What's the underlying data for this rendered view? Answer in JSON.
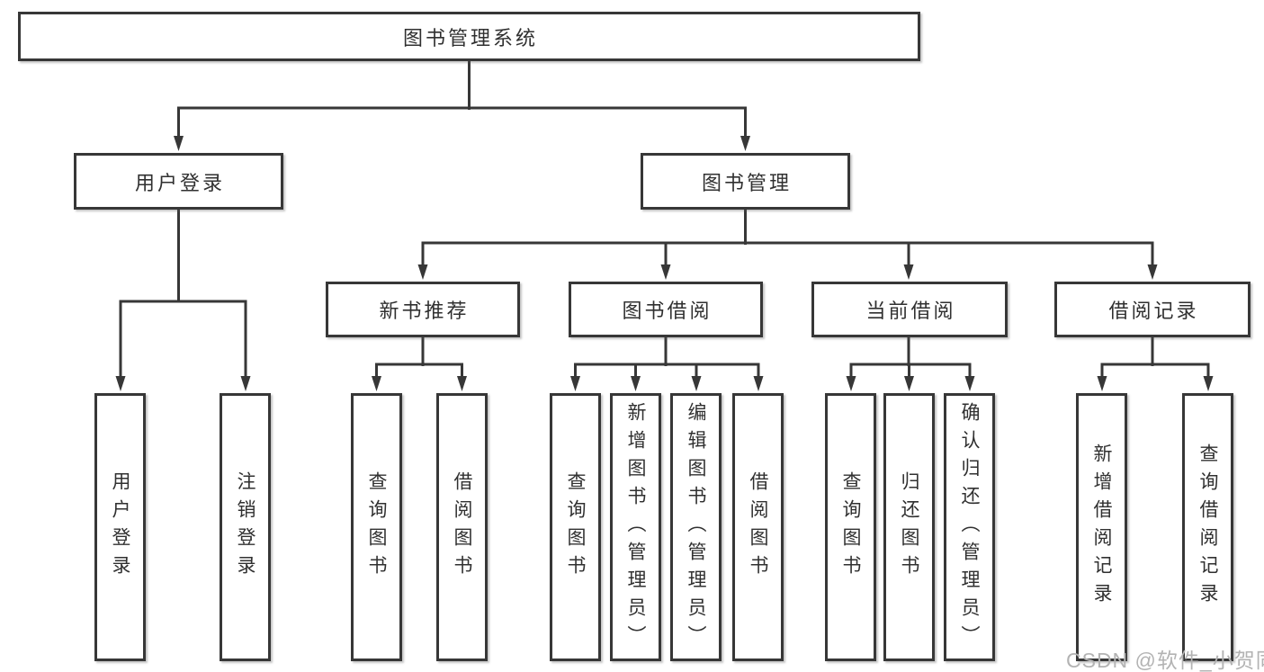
{
  "diagram": {
    "tree": {
      "label": "图书管理系统",
      "children": [
        {
          "label": "用户登录",
          "children": [
            {
              "label": "用户登录"
            },
            {
              "label": "注销登录"
            }
          ]
        },
        {
          "label": "图书管理",
          "children": [
            {
              "label": "新书推荐",
              "children": [
                {
                  "label": "查询图书"
                },
                {
                  "label": "借阅图书"
                }
              ]
            },
            {
              "label": "图书借阅",
              "children": [
                {
                  "label": "查询图书"
                },
                {
                  "label": "新增图书（管理员）"
                },
                {
                  "label": "编辑图书（管理员）"
                },
                {
                  "label": "借阅图书"
                }
              ]
            },
            {
              "label": "当前借阅",
              "children": [
                {
                  "label": "查询图书"
                },
                {
                  "label": "归还图书"
                },
                {
                  "label": "确认归还（管理员）"
                }
              ]
            },
            {
              "label": "借阅记录",
              "children": [
                {
                  "label": "新增借阅记录"
                },
                {
                  "label": "查询借阅记录"
                }
              ]
            }
          ]
        }
      ]
    }
  },
  "watermark": {
    "text": "CSDN @软件_小贺同学"
  },
  "colors": {
    "line": "#373737",
    "text": "#303030",
    "background": "#ffffff",
    "watermark": "#b3b3b3"
  }
}
